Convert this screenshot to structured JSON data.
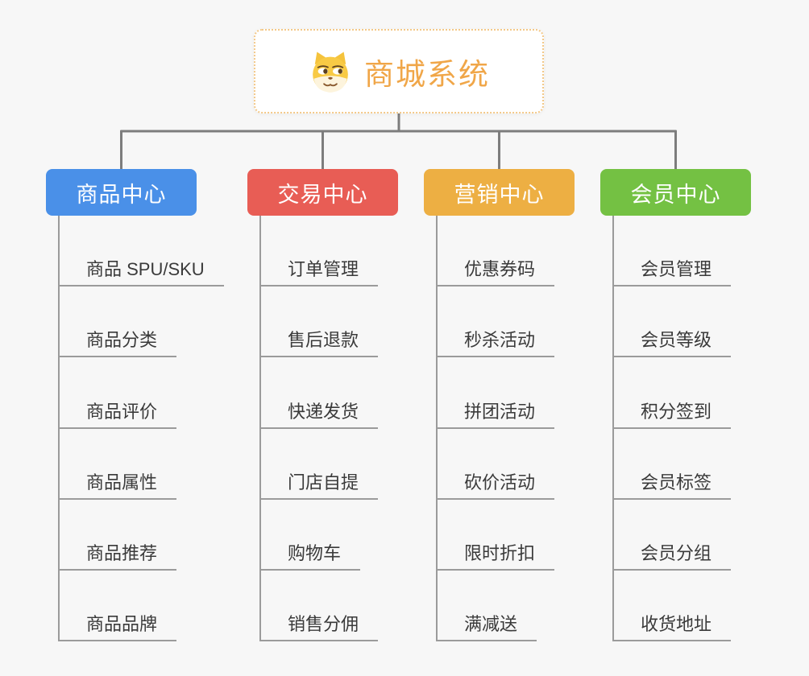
{
  "colors": {
    "background": "#f7f7f7",
    "connector": "#7d7d7d",
    "branch_line": "#9b9b9b",
    "item_text": "#3a3a3a",
    "root_text": "#f0a648",
    "root_border": "#f3c888"
  },
  "root": {
    "title": "商城系统",
    "icon": "doge-face-icon"
  },
  "branches": [
    {
      "id": "product-center",
      "label": "商品中心",
      "color": "#4a90e8",
      "items": [
        "商品 SPU/SKU",
        "商品分类",
        "商品评价",
        "商品属性",
        "商品推荐",
        "商品品牌"
      ]
    },
    {
      "id": "trade-center",
      "label": "交易中心",
      "color": "#e85d55",
      "items": [
        "订单管理",
        "售后退款",
        "快递发货",
        "门店自提",
        "购物车",
        "销售分佣"
      ]
    },
    {
      "id": "marketing-center",
      "label": "营销中心",
      "color": "#edaf43",
      "items": [
        "优惠券码",
        "秒杀活动",
        "拼团活动",
        "砍价活动",
        "限时折扣",
        "满减送"
      ]
    },
    {
      "id": "member-center",
      "label": "会员中心",
      "color": "#74c143",
      "items": [
        "会员管理",
        "会员等级",
        "积分签到",
        "会员标签",
        "会员分组",
        "收货地址"
      ]
    }
  ]
}
